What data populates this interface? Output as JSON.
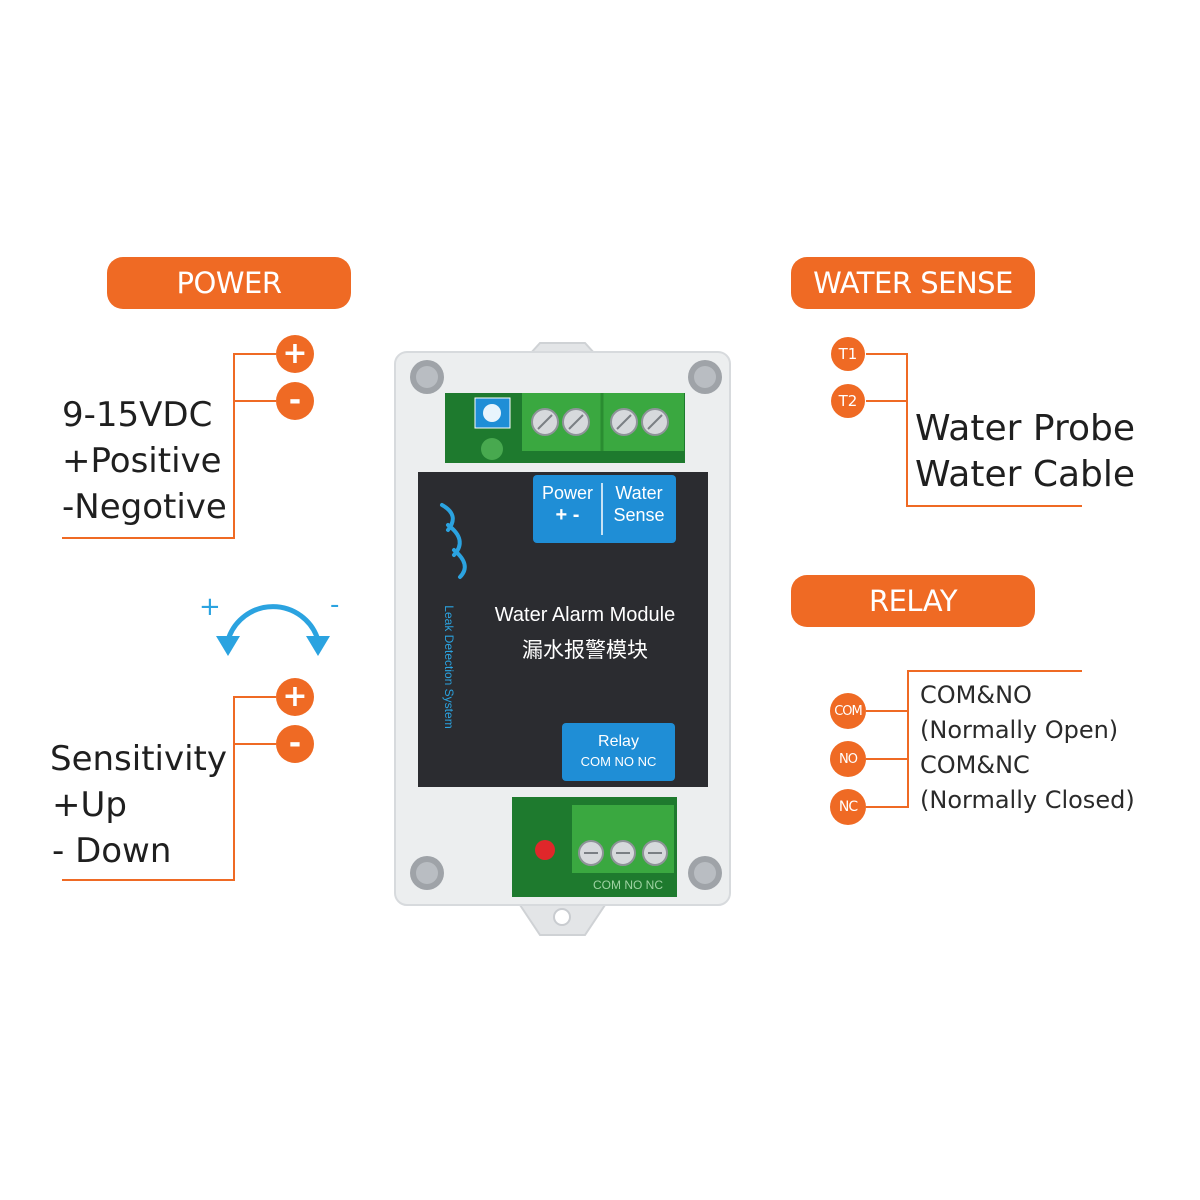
{
  "power": {
    "pill": "POWER",
    "plus": "+",
    "minus": "-",
    "lines": [
      "9-15VDC",
      "+Positive",
      "-Negotive"
    ]
  },
  "sensitivity": {
    "arc_plus": "+",
    "arc_minus": "-",
    "plus": "+",
    "minus": "-",
    "lines": [
      "Sensitivity",
      "+Up",
      "- Down"
    ]
  },
  "water_sense": {
    "pill": "WATER SENSE",
    "t1": "T1",
    "t2": "T2",
    "lines": [
      "Water Probe",
      "Water Cable"
    ]
  },
  "relay": {
    "pill": "RELAY",
    "com": "COM",
    "no": "NO",
    "nc": "NC",
    "lines": [
      "COM&NO",
      "(Normally Open)",
      "COM&NC",
      "(Normally Closed)"
    ]
  },
  "module": {
    "title": "Water Alarm Module",
    "title_cn": "漏水报警模块",
    "vertical_text": "Leak Detection System",
    "power_label": "Power",
    "power_signs": "+  -",
    "water_label": "Water",
    "sense_label": "Sense",
    "relay_label": "Relay",
    "relay_terminals": "COM  NO  NC",
    "terminal_print": "COM  NO  NC"
  },
  "colors": {
    "accent": "#ef6a24",
    "blue": "#2ba3e0",
    "module_face": "#2b2c30",
    "case": "#eceeef",
    "pcb": "#1e7a2e",
    "terminal": "#3aa840"
  }
}
